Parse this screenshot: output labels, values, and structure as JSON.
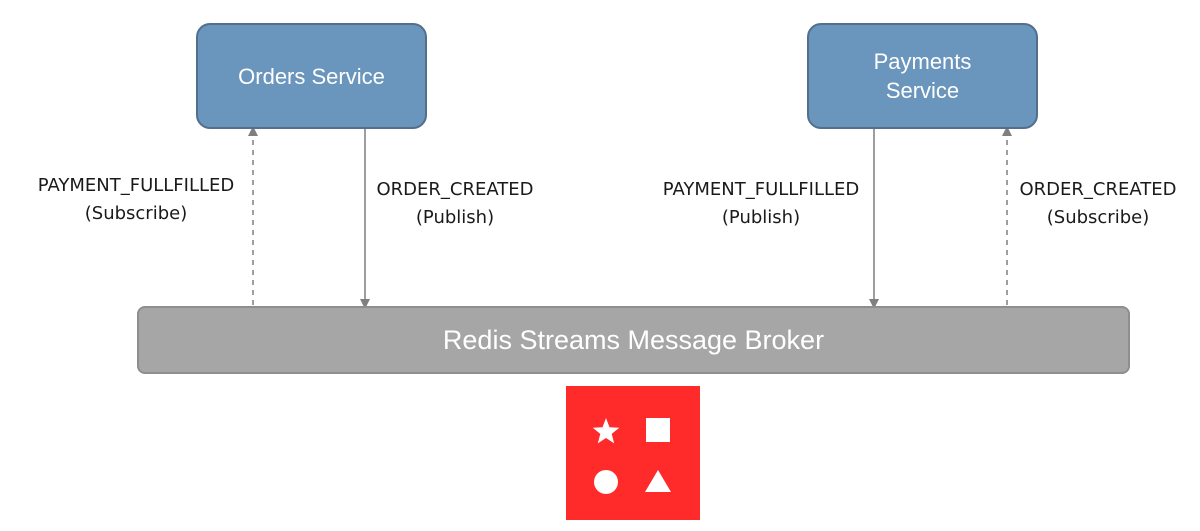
{
  "services": {
    "orders": {
      "name": "Orders Service"
    },
    "payments": {
      "name_line1": "Payments",
      "name_line2": "Service"
    }
  },
  "broker": {
    "label": "Redis Streams Message Broker"
  },
  "edges": {
    "orders_subscribe": {
      "event": "PAYMENT_FULLFILLED",
      "action": "(Subscribe)"
    },
    "orders_publish": {
      "event": "ORDER_CREATED",
      "action": "(Publish)"
    },
    "payments_publish": {
      "event": "PAYMENT_FULLFILLED",
      "action": "(Publish)"
    },
    "payments_subscribe": {
      "event": "ORDER_CREATED",
      "action": "(Subscribe)"
    }
  },
  "logo": {
    "background": "#ff2a2a",
    "icons": [
      "star-icon",
      "square-icon",
      "circle-icon",
      "triangle-icon"
    ]
  },
  "colors": {
    "service_fill": "#6a95bc",
    "broker_fill": "#a6a6a6"
  }
}
